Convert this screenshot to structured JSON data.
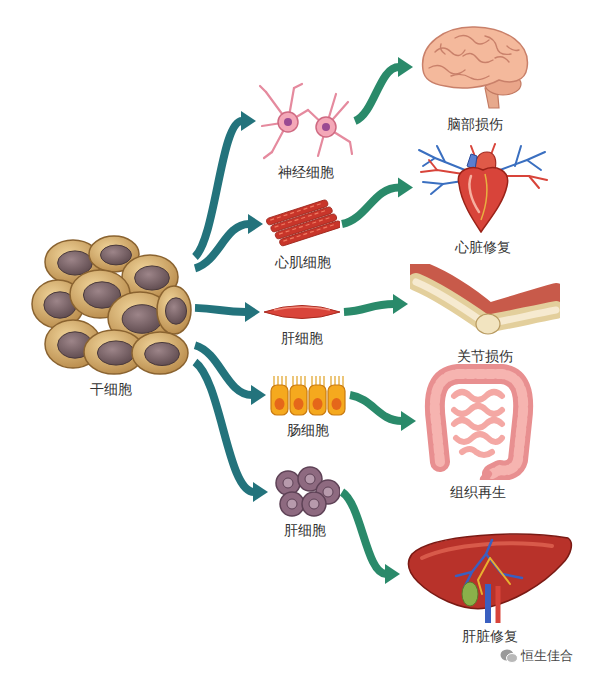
{
  "diagram": {
    "nodes": [
      {
        "text": [
          "干细胞"
        ]
      },
      {
        "text": [
          "神经细胞"
        ]
      },
      {
        "text": [
          "心肌细胞"
        ]
      },
      {
        "text": [
          "肝细胞"
        ]
      },
      {
        "text": [
          "肠细胞"
        ]
      },
      {
        "text": [
          "肝细胞"
        ]
      },
      {
        "text": [
          "脑部损伤"
        ]
      },
      {
        "text": [
          "心脏修复"
        ]
      },
      {
        "text": [
          "关节损伤"
        ]
      },
      {
        "text": [
          "组织再生"
        ]
      },
      {
        "text": [
          "肝脏修复"
        ]
      }
    ],
    "edges": [
      {
        "from": 0,
        "to": 1,
        "arrow": "to"
      },
      {
        "from": 0,
        "to": 2,
        "arrow": "to"
      },
      {
        "from": 0,
        "to": 3,
        "arrow": "to"
      },
      {
        "from": 0,
        "to": 4,
        "arrow": "to"
      },
      {
        "from": 0,
        "to": 5,
        "arrow": "to"
      },
      {
        "from": 1,
        "to": 6,
        "arrow": "to"
      },
      {
        "from": 2,
        "to": 7,
        "arrow": "to"
      },
      {
        "from": 3,
        "to": 8,
        "arrow": "to"
      },
      {
        "from": 4,
        "to": 9,
        "arrow": "to"
      },
      {
        "from": 5,
        "to": 10,
        "arrow": "to"
      }
    ],
    "labels": [
      "恒生佳合"
    ]
  }
}
